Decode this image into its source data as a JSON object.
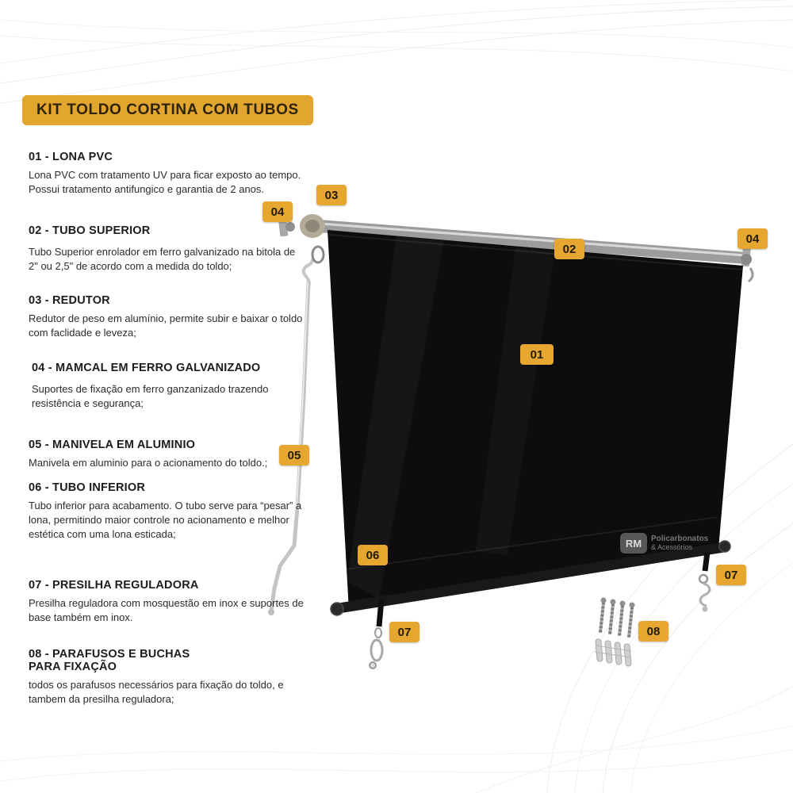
{
  "title": "KIT TOLDO CORTINA COM TUBOS",
  "sections": [
    {
      "heading": "01 - LONA PVC",
      "body": "Lona PVC com tratamento UV para ficar exposto ao tempo. Possui tratamento antifungico e garantia de 2 anos."
    },
    {
      "heading": "02 - TUBO SUPERIOR",
      "body": "Tubo Superior enrolador em ferro galvanizado na bitola de 2\" ou 2,5\" de acordo com a medida do toldo;"
    },
    {
      "heading": "03 - REDUTOR",
      "body": "Redutor de peso em alumínio, permite subir e baixar o toldo com faclidade e leveza;"
    },
    {
      "heading": "04 - MAMCAL  EM FERRO GALVANIZADO",
      "body": "Suportes de fixação em ferro ganzanizado trazendo resistência e segurança;"
    },
    {
      "heading": "05 - MANIVELA EM ALUMINIO",
      "body": "Manivela em aluminio para o acionamento do toldo.;"
    },
    {
      "heading": "06 - TUBO INFERIOR",
      "body": "Tubo inferior para acabamento. O tubo serve para “pesar” a lona, permitindo maior controle no acionamento e melhor estética com uma lona esticada;"
    },
    {
      "heading": "07 - PRESILHA REGULADORA",
      "body": "Presilha reguladora com mosquestão em inox e suportes de base também em inox."
    },
    {
      "heading": "08 - PARAFUSOS E BUCHAS\nPARA FIXAÇÃO",
      "body": "todos os parafusos necessários para fixação do toldo, e tambem da presilha reguladora;"
    }
  ],
  "diagram": {
    "labels": [
      {
        "text": "03"
      },
      {
        "text": "04"
      },
      {
        "text": "02"
      },
      {
        "text": "04"
      },
      {
        "text": "01"
      },
      {
        "text": "05"
      },
      {
        "text": "06"
      },
      {
        "text": "07"
      },
      {
        "text": "07"
      },
      {
        "text": "08"
      }
    ],
    "watermark": {
      "logo": "RM",
      "line1": "Policarbonatos",
      "line2": "& Acessórios"
    }
  },
  "colors": {
    "accent": "#E5A72F",
    "text_dark": "#1c1c1c",
    "tarp": "#0d0d0f"
  }
}
